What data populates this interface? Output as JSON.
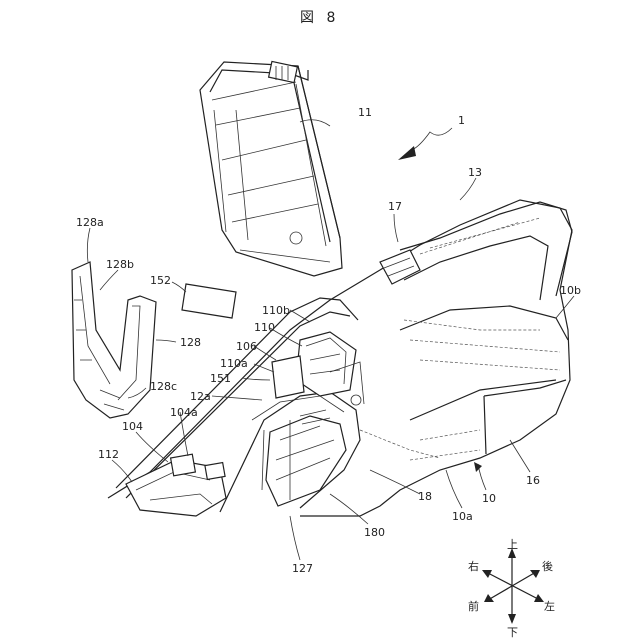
{
  "figure": {
    "title": "図 8",
    "labels": [
      {
        "id": "lbl-1",
        "text": "1"
      },
      {
        "id": "lbl-11",
        "text": "11"
      },
      {
        "id": "lbl-13",
        "text": "13"
      },
      {
        "id": "lbl-17",
        "text": "17"
      },
      {
        "id": "lbl-128a",
        "text": "128a"
      },
      {
        "id": "lbl-128b",
        "text": "128b"
      },
      {
        "id": "lbl-128",
        "text": "128"
      },
      {
        "id": "lbl-128c",
        "text": "128c"
      },
      {
        "id": "lbl-152",
        "text": "152"
      },
      {
        "id": "lbl-110b",
        "text": "110b"
      },
      {
        "id": "lbl-110",
        "text": "110"
      },
      {
        "id": "lbl-106",
        "text": "106"
      },
      {
        "id": "lbl-110a",
        "text": "110a"
      },
      {
        "id": "lbl-151",
        "text": "151"
      },
      {
        "id": "lbl-12a",
        "text": "12a"
      },
      {
        "id": "lbl-104a",
        "text": "104a"
      },
      {
        "id": "lbl-104",
        "text": "104"
      },
      {
        "id": "lbl-112",
        "text": "112"
      },
      {
        "id": "lbl-10b",
        "text": "10b"
      },
      {
        "id": "lbl-16",
        "text": "16"
      },
      {
        "id": "lbl-10",
        "text": "10"
      },
      {
        "id": "lbl-10a",
        "text": "10a"
      },
      {
        "id": "lbl-18",
        "text": "18"
      },
      {
        "id": "lbl-180",
        "text": "180"
      },
      {
        "id": "lbl-127",
        "text": "127"
      }
    ],
    "compass": {
      "up": "上",
      "down": "下",
      "right_side": "右",
      "left_side": "左",
      "front": "前",
      "back": "後"
    }
  }
}
